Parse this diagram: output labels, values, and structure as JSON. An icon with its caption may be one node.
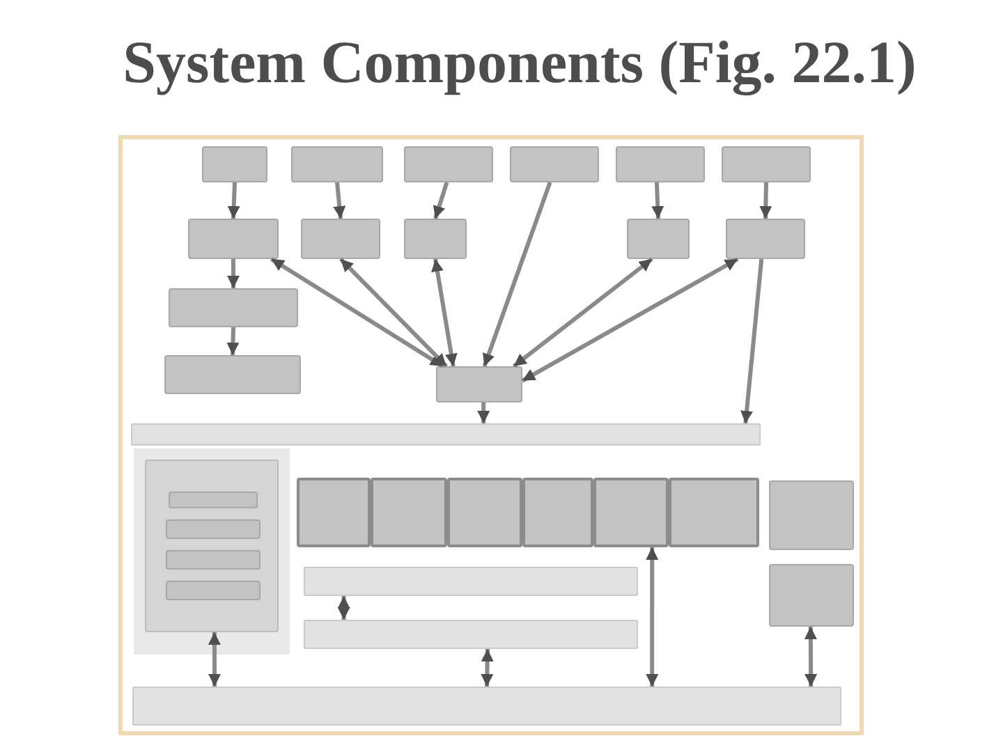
{
  "diagram": {
    "title": "System Components (Fig. 22.1)",
    "nodes": [
      {
        "text": [],
        "shape": "box"
      },
      {
        "text": [],
        "shape": "box"
      },
      {
        "text": [],
        "shape": "box"
      },
      {
        "text": [],
        "shape": "box"
      },
      {
        "text": [],
        "shape": "box"
      },
      {
        "text": [],
        "shape": "box"
      },
      {
        "text": [],
        "shape": "box"
      },
      {
        "text": [],
        "shape": "box"
      },
      {
        "text": [],
        "shape": "box"
      },
      {
        "text": [],
        "shape": "box"
      },
      {
        "text": [],
        "shape": "box"
      },
      {
        "text": [],
        "shape": "box"
      },
      {
        "text": [],
        "shape": "box"
      },
      {
        "text": [],
        "shape": "box"
      },
      {
        "text": [],
        "shape": "bar"
      },
      {
        "text": [],
        "shape": "box"
      },
      {
        "text": [],
        "shape": "box",
        "in": 15
      },
      {
        "text": [],
        "shape": "box",
        "in": 15
      },
      {
        "text": [],
        "shape": "box",
        "in": 15
      },
      {
        "text": [],
        "shape": "box",
        "in": 15
      },
      {
        "text": [],
        "shape": "box"
      },
      {
        "text": [],
        "shape": "box"
      },
      {
        "text": [],
        "shape": "box"
      },
      {
        "text": [],
        "shape": "box"
      },
      {
        "text": [],
        "shape": "box"
      },
      {
        "text": [],
        "shape": "box"
      },
      {
        "text": [],
        "shape": "box"
      },
      {
        "text": [],
        "shape": "bar"
      },
      {
        "text": [],
        "shape": "box"
      },
      {
        "text": [],
        "shape": "bar"
      },
      {
        "text": [],
        "shape": "bar"
      }
    ],
    "edges": [
      {
        "from": 0,
        "to": 6,
        "arrow": "to"
      },
      {
        "from": 1,
        "to": 7,
        "arrow": "to"
      },
      {
        "from": 2,
        "to": 8,
        "arrow": "to"
      },
      {
        "from": 4,
        "to": 9,
        "arrow": "to"
      },
      {
        "from": 5,
        "to": 10,
        "arrow": "to"
      },
      {
        "from": 3,
        "to": 13,
        "arrow": "to"
      },
      {
        "from": 6,
        "to": 11,
        "arrow": "to"
      },
      {
        "from": 11,
        "to": 12,
        "arrow": "to"
      },
      {
        "from": 6,
        "to": 13,
        "arrow": "both"
      },
      {
        "from": 7,
        "to": 13,
        "arrow": "both"
      },
      {
        "from": 8,
        "to": 13,
        "arrow": "both"
      },
      {
        "from": 9,
        "to": 13,
        "arrow": "both"
      },
      {
        "from": 10,
        "to": 13,
        "arrow": "both"
      },
      {
        "from": 13,
        "to": 14,
        "arrow": "to"
      },
      {
        "from": 10,
        "to": 14,
        "arrow": "to"
      },
      {
        "from": 27,
        "to": 29,
        "arrow": "both"
      },
      {
        "from": 15,
        "to": 30,
        "arrow": "both"
      },
      {
        "from": 29,
        "to": 30,
        "arrow": "both"
      },
      {
        "from": 24,
        "to": 30,
        "arrow": "both"
      },
      {
        "from": 28,
        "to": 30,
        "arrow": "both"
      }
    ]
  }
}
